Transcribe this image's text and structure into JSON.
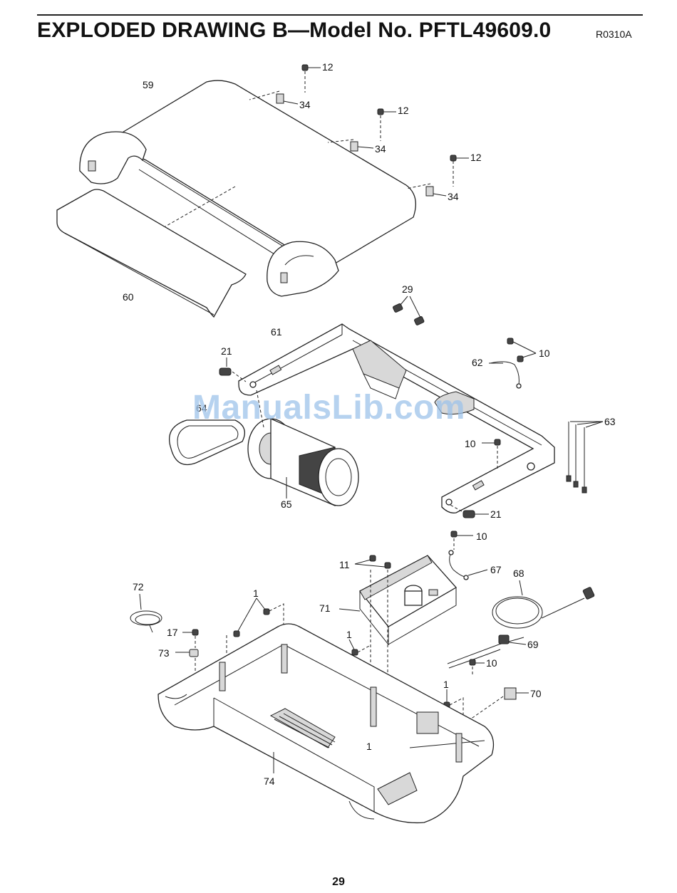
{
  "header": {
    "title": "EXPLODED DRAWING B—Model No. PFTL49609.0",
    "code": "R0310A"
  },
  "footer": {
    "page_number": "29"
  },
  "watermark": "ManualsLib.com",
  "callouts": {
    "c12a": "12",
    "c12b": "12",
    "c12c": "12",
    "c34a": "34",
    "c34b": "34",
    "c34c": "34",
    "c59": "59",
    "c60": "60",
    "c29": "29",
    "c61": "61",
    "c21a": "21",
    "c21b": "21",
    "c62": "62",
    "c10a": "10",
    "c10b": "10",
    "c10c": "10",
    "c10d": "10",
    "c63": "63",
    "c64": "64",
    "c65": "65",
    "c67": "67",
    "c11": "11",
    "c68": "68",
    "c72": "72",
    "c1a": "1",
    "c1b": "1",
    "c1c": "1",
    "c1d": "1",
    "c71": "71",
    "c17": "17",
    "c69": "69",
    "c73": "73",
    "c70": "70",
    "c74": "74"
  }
}
